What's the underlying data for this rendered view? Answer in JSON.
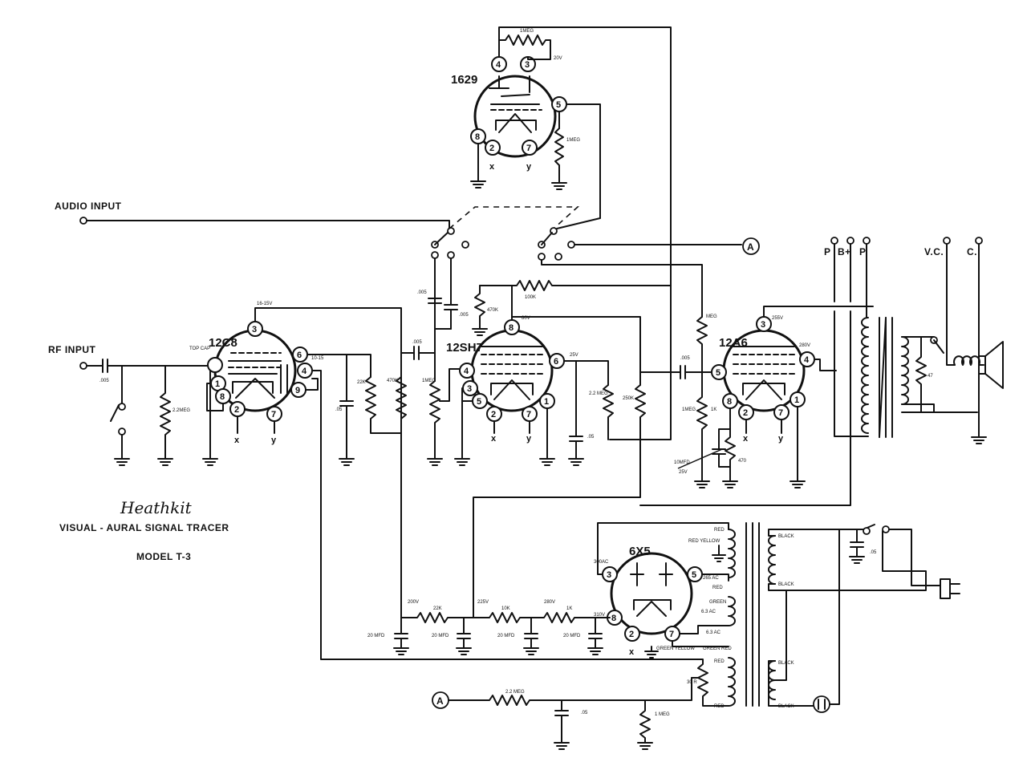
{
  "labels": {
    "audio_input": "AUDIO INPUT",
    "rf_input": "RF INPUT",
    "brand": "Heathkit",
    "product": "VISUAL - AURAL  SIGNAL TRACER",
    "model": "MODEL  T-3",
    "terminal_a": "A",
    "p": "P",
    "b_plus": "B+",
    "vc": "V.C.",
    "c": "C."
  },
  "tubes": {
    "t1629": "1629",
    "t12c8": "12C8",
    "t12sh7": "12SH7",
    "t12a6": "12A6",
    "t6x5": "6X5"
  },
  "pins": {
    "p2": "2",
    "p3": "3",
    "p4": "4",
    "p5": "5",
    "p6": "6",
    "p7": "7",
    "p8": "8",
    "p1": "1",
    "p9": "9"
  },
  "component_values": {
    "r_1629_grid": "1MEG",
    "v_20": "20V",
    "r_1629_load": "1MEG",
    "c_005_rf": ".005",
    "r_2meg": "2.2MEG",
    "v_12c8_plate": "16-15V",
    "top_cap": "TOP CAP",
    "v_10_15": "10-15",
    "r_22k": "22K",
    "r_470k_a": "470K",
    "c_05_a": ".05",
    "c_005_b": ".005",
    "c_005_c": ".005",
    "r_470k_b": "470K",
    "r_100k": "100K",
    "c_005_d": ".005",
    "r_1meg_vol": "1MEG",
    "v_80": "80V",
    "v_25": "25V",
    "r_22meg": "2.2 MEG",
    "r_250k": "250K",
    "c_05_b": ".05",
    "c_005_e": ".005",
    "r_meg": "MEG",
    "v_255": "255V",
    "v_280": "280V",
    "r_1meg_grid": "1MEG",
    "c_10mfd": "10MFD",
    "v_25b": "25V",
    "r_1k": "1K",
    "r_470": "470",
    "r_47": "47",
    "v_200": "200V",
    "v_225": "225V",
    "v_280b": "280V",
    "r_22k_b": "22K",
    "r_10k": "10K",
    "r_1k_b": "1K",
    "c_20mfd_1": "20 MFD",
    "c_20mfd_2": "20 MFD",
    "c_20mfd_3": "20 MFD",
    "c_20mfd_4": "20 MFD",
    "v_310": "310V",
    "v_300ac": "300AC",
    "red": "RED",
    "red_yellow": "RED YELLOW",
    "green": "GREEN",
    "ac_63": "6.3 AC",
    "green_yellow": "GREEN YELLOW",
    "green_red": "GREEN RED",
    "black": "BLACK",
    "c_05_line": ".05",
    "r_30": "30 R",
    "r_2meg_b": "2.2 MEG",
    "c_05_c": ".05",
    "r_1meg_b": "1 MEG",
    "v_265ac": "265 AC"
  }
}
